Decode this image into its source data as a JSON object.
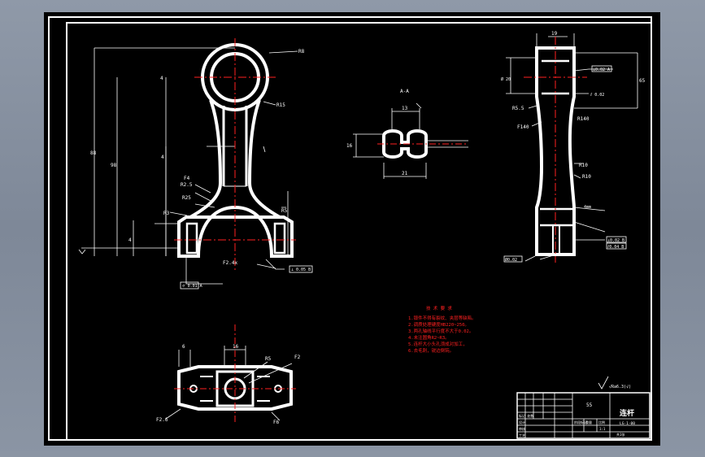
{
  "colors": {
    "background": "#000000",
    "outline": "#ffffff",
    "centerline": "#ff2020",
    "notes": "#ff2020",
    "frame_outside": "#8a94a3"
  },
  "front_view": {
    "ref_small_bore": "R8",
    "ref_shank": "R15",
    "ref_f4": "F4",
    "ref_r25a": "R2.5",
    "ref_r25b": "R25",
    "ref_r3": "R3",
    "ref_r2x": "F2.4x",
    "ref_r5": "R5",
    "dim_center_distance": "4",
    "dim_left_outer": "88",
    "dim_left_mid": "98",
    "dim_left_inner": "4",
    "dim_bottom": "4",
    "tolerance_box": "⌭ 0.01 A",
    "parallel_box": "⊥ 0.05 B"
  },
  "section_view": {
    "title": "A-A",
    "dim_top": "13",
    "dim_side": "16",
    "dim_bottom": "21"
  },
  "side_view": {
    "dim_top": "19",
    "dim_side": "Ø 20",
    "dim_right": "65",
    "ref_r5": "R5.5",
    "ref_f40": "F140",
    "ref_r140": "R140",
    "ref_r10": "R10",
    "ref_rmt": "4mm",
    "tol_top": "⊥0.02 A",
    "tol_mid": "⫽ 0.02",
    "tol_bottom1": "⊥0.02 B",
    "tol_bottom2": "⫽0.04 B",
    "tol_low": "Ø0.02"
  },
  "bottom_view": {
    "dim_left": "6",
    "dim_mid": "16",
    "ref_r5": "R5",
    "ref_f2": "F2",
    "ref_f2b": "F2.6",
    "ref_f6": "F6"
  },
  "notes": {
    "title": "技 术 要 求",
    "lines": [
      "1.锻件不得有裂纹、夹层等缺陷。",
      "2.调质处理硬度HB220~250。",
      "3.两孔轴线平行度不大于0.02。",
      "4.未注圆角R2~R3。",
      "5.连杆大小头孔须成对加工，",
      "6.去毛刺，锐边倒钝。"
    ]
  },
  "title_block": {
    "material": "55",
    "part_name": "连杆",
    "drawing_no": "LG-1-00",
    "scale": "1:1",
    "sheet": "共1张",
    "rows": [
      "标记 处数",
      "设计",
      "审核",
      "工艺"
    ],
    "cols": [
      "阶段标记",
      "重量",
      "比例"
    ],
    "roughness": "√Ra6.3(√)"
  }
}
